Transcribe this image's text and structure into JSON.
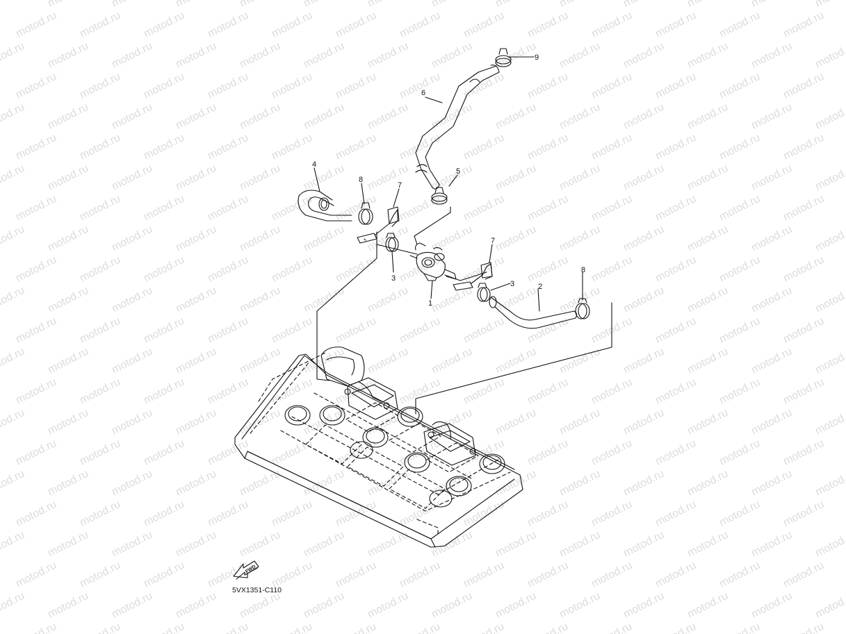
{
  "watermark": {
    "text": "motod.ru",
    "color": "#dcdcdc"
  },
  "diagram": {
    "code": "5VX1351-C110",
    "forward_label": "FWD",
    "callouts": [
      {
        "id": "c9",
        "label": "9"
      },
      {
        "id": "c6",
        "label": "6"
      },
      {
        "id": "c5",
        "label": "5"
      },
      {
        "id": "c4",
        "label": "4"
      },
      {
        "id": "c8a",
        "label": "8"
      },
      {
        "id": "c7a",
        "label": "7"
      },
      {
        "id": "c3a",
        "label": "3"
      },
      {
        "id": "c7b",
        "label": "7"
      },
      {
        "id": "c3b",
        "label": "3"
      },
      {
        "id": "c2",
        "label": "2"
      },
      {
        "id": "c8b",
        "label": "8"
      },
      {
        "id": "c1",
        "label": "1"
      }
    ]
  },
  "colors": {
    "line": "#111111",
    "background": "#ffffff"
  }
}
